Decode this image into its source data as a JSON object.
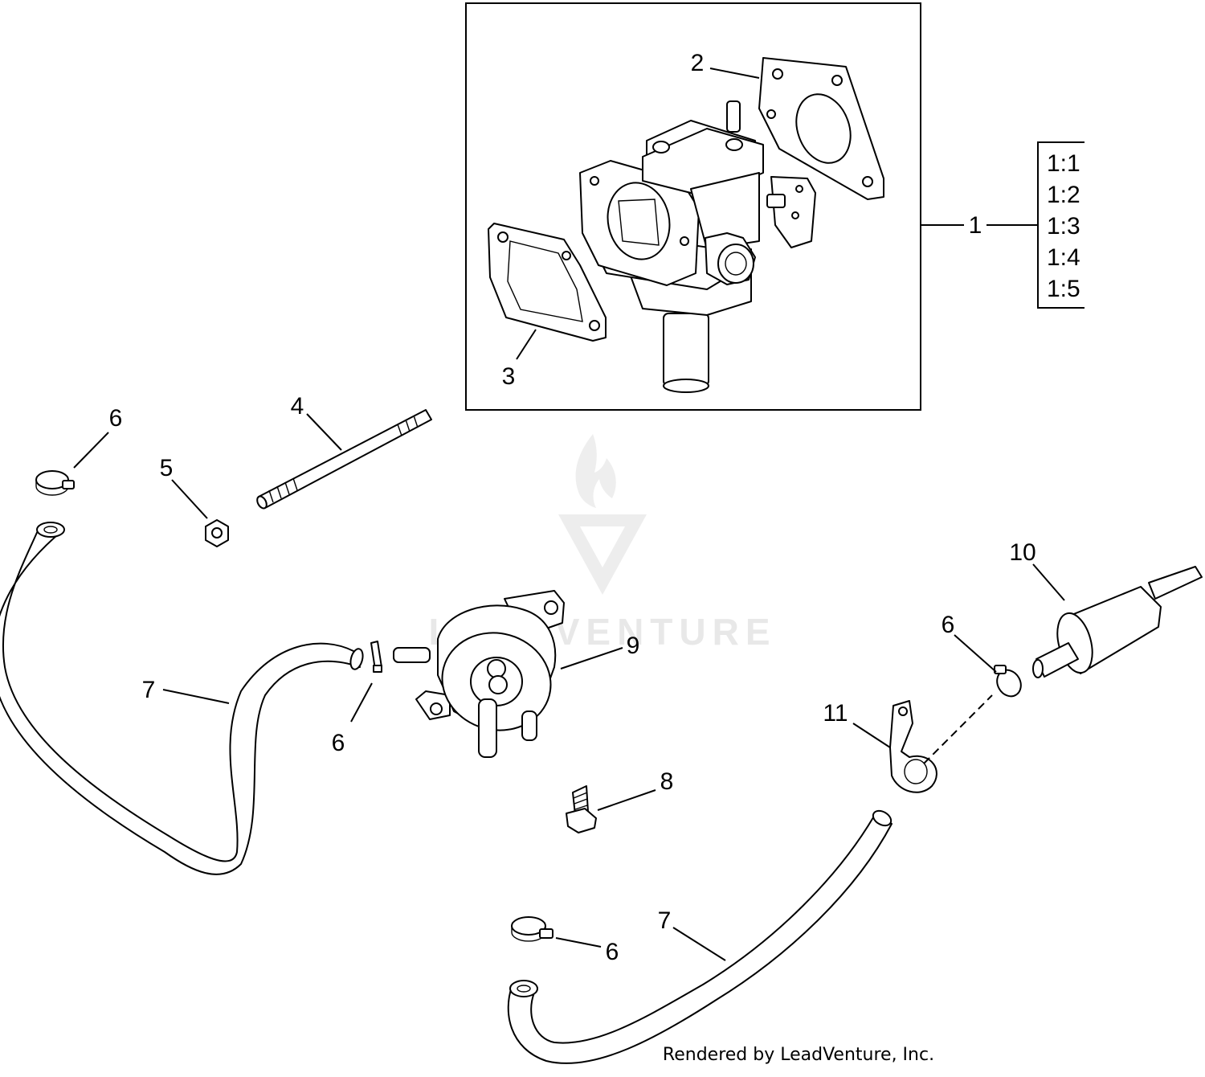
{
  "diagram": {
    "callouts": {
      "c1": "1",
      "c2": "2",
      "c3": "3",
      "c4": "4",
      "c5": "5",
      "c6a": "6",
      "c6b": "6",
      "c6c": "6",
      "c6d": "6",
      "c7a": "7",
      "c7b": "7",
      "c8": "8",
      "c9": "9",
      "c10": "10",
      "c11": "11"
    },
    "subparts": [
      "1:1",
      "1:2",
      "1:3",
      "1:4",
      "1:5"
    ],
    "watermark": "LEADVENTURE",
    "credit": "Rendered by LeadVenture, Inc."
  }
}
